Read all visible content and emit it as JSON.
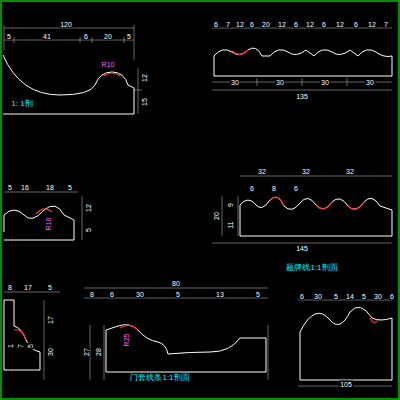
{
  "diagram": {
    "labels": [
      "120",
      "5",
      "41",
      "6",
      "20",
      "5",
      "12",
      "15",
      "R10",
      "1: 1剖",
      "6",
      "7",
      "12",
      "6",
      "20",
      "12",
      "6",
      "12",
      "6",
      "12",
      "6",
      "12",
      "7",
      "30",
      "30",
      "30",
      "30",
      "135",
      "5",
      "16",
      "18",
      "5",
      "12",
      "5",
      "R10",
      "32",
      "32",
      "32",
      "6",
      "8",
      "6",
      "20",
      "9",
      "11",
      "145",
      "题牌线1:1剖面",
      "8",
      "17",
      "5",
      "1",
      "7",
      "5",
      "17",
      "30",
      "80",
      "8",
      "6",
      "30",
      "5",
      "13",
      "5",
      "27",
      "28",
      "R25",
      "门套线条1:1剖面",
      "6",
      "30",
      "5",
      "14",
      "5",
      "30",
      "6",
      "105"
    ]
  }
}
